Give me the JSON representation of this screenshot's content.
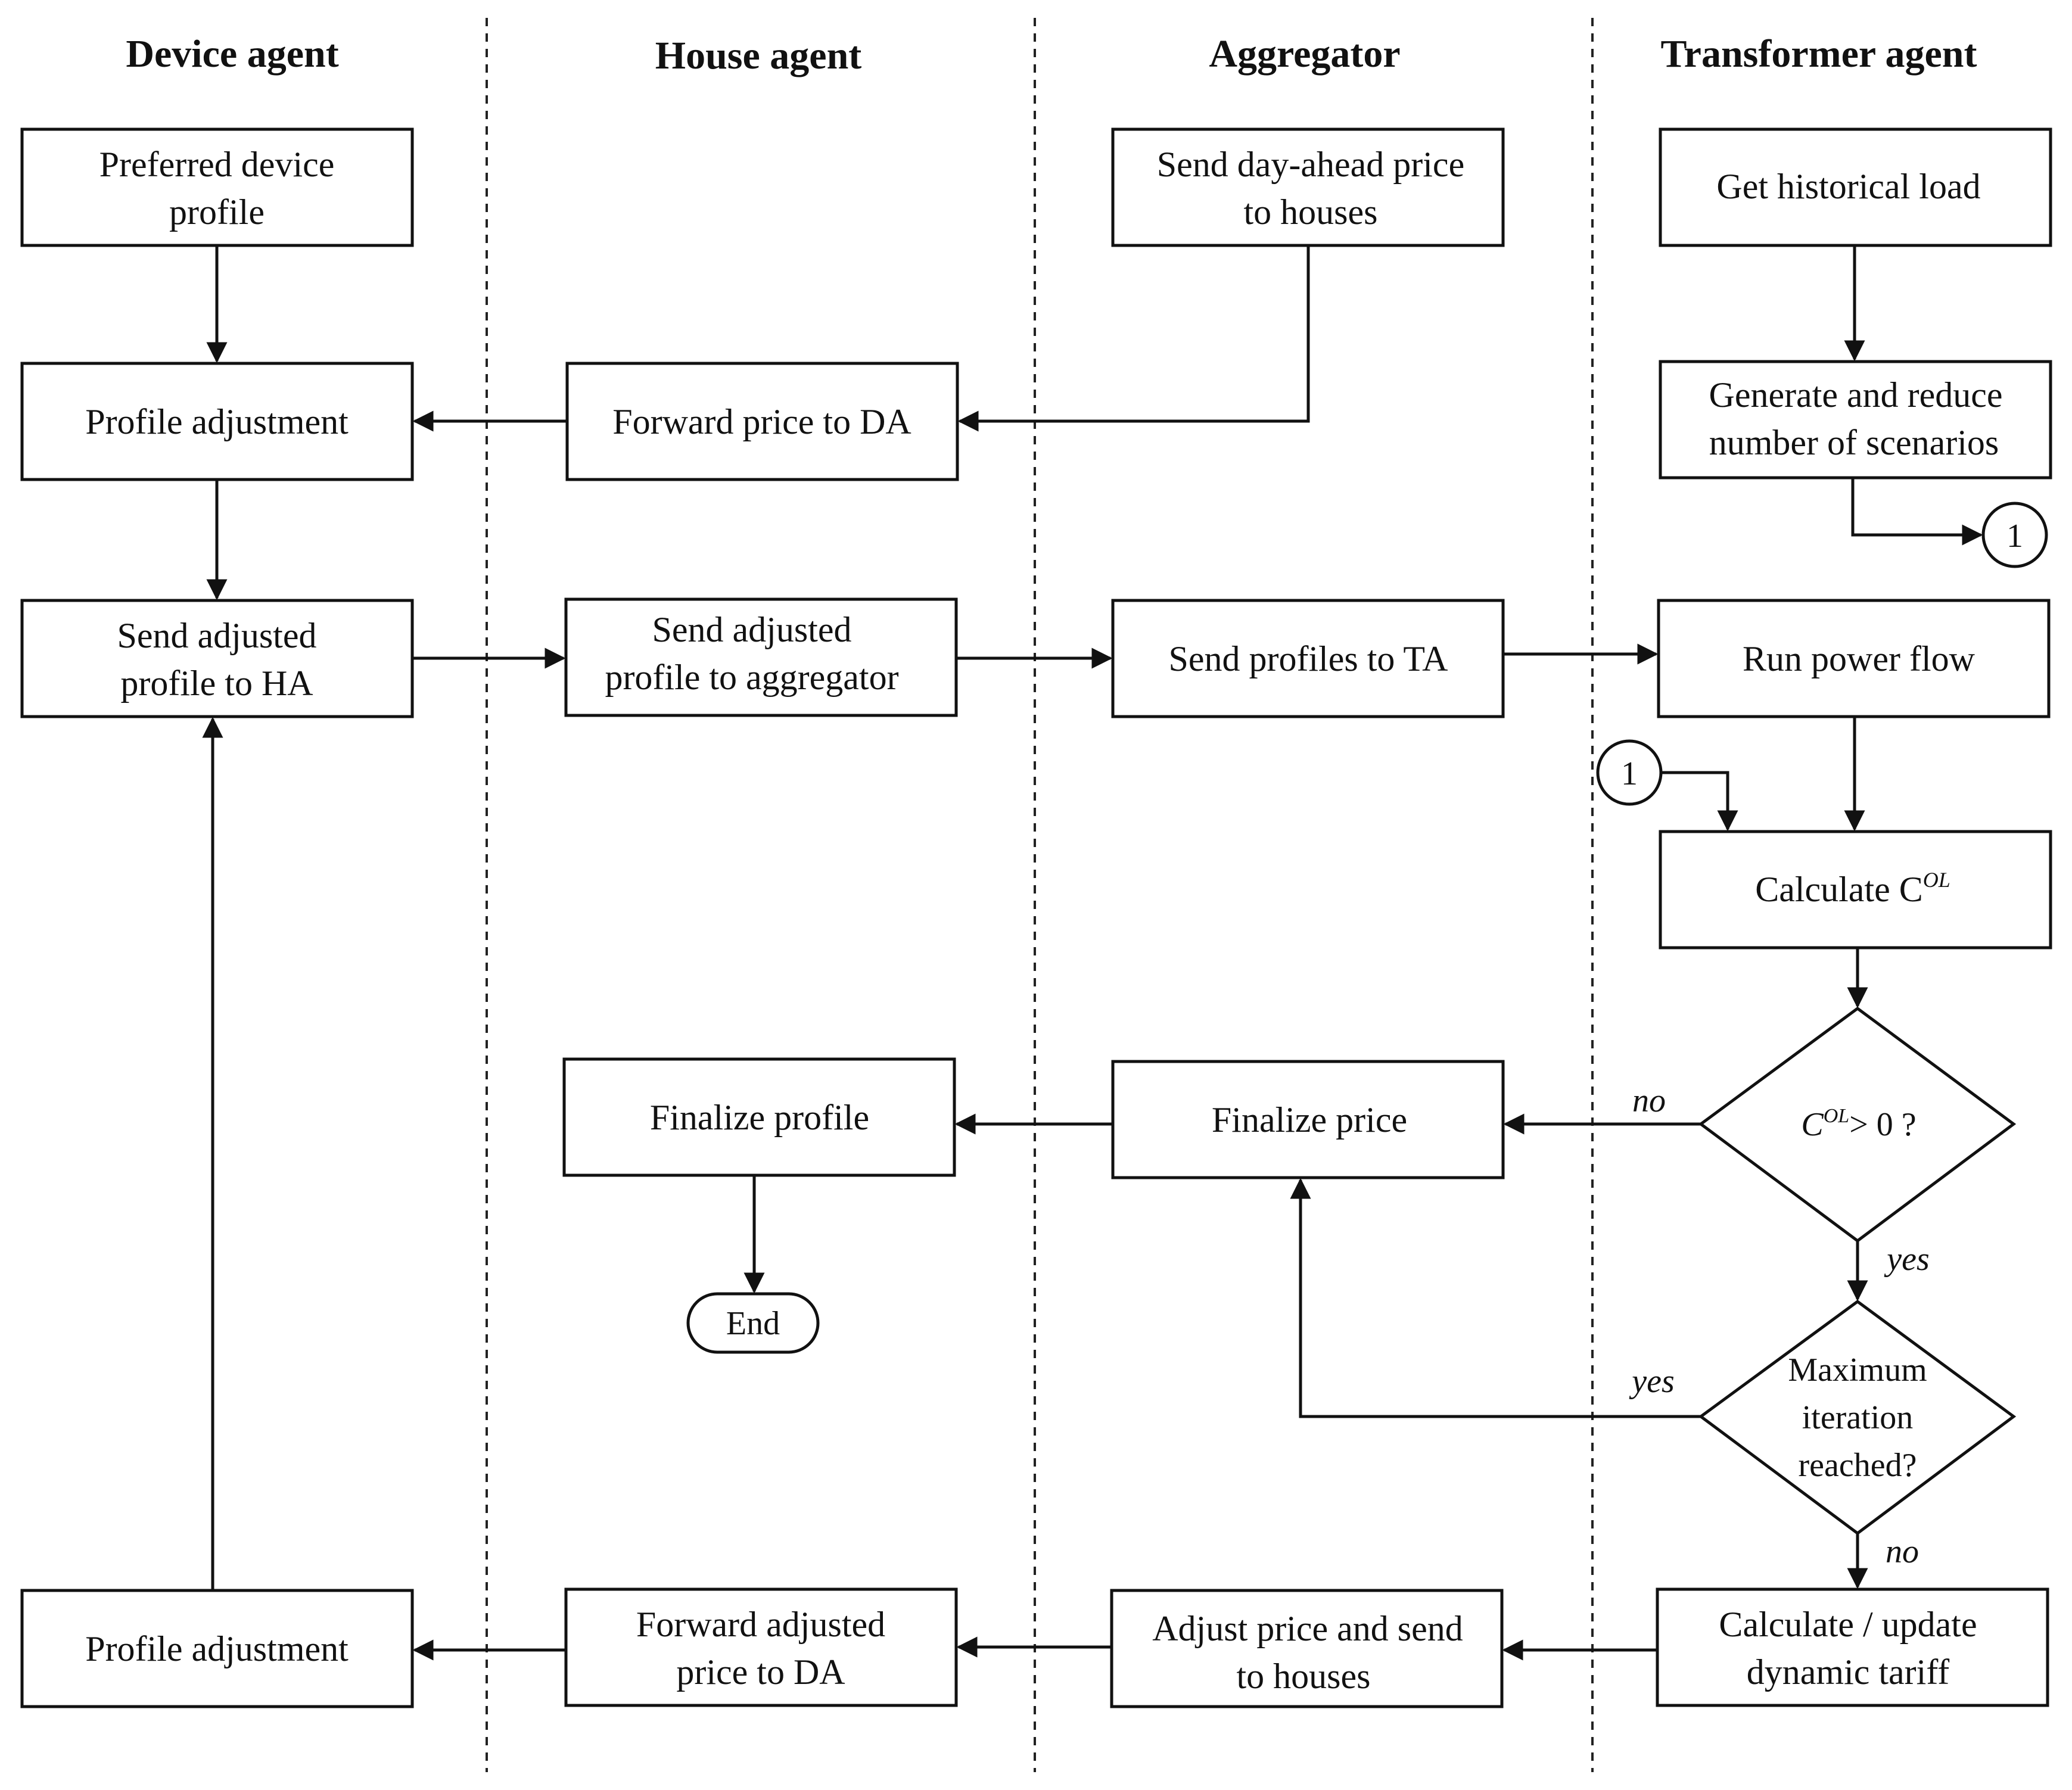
{
  "lanes": [
    {
      "id": "device",
      "title": "Device agent"
    },
    {
      "id": "house",
      "title": "House agent"
    },
    {
      "id": "aggregator",
      "title": "Aggregator"
    },
    {
      "id": "transformer",
      "title": "Transformer agent"
    }
  ],
  "nodes": {
    "preferred_device_profile": [
      "Preferred device",
      "profile"
    ],
    "profile_adjustment_top": [
      "Profile adjustment"
    ],
    "send_adjusted_profile_ha": [
      "Send adjusted",
      "profile to HA"
    ],
    "profile_adjustment_bottom": [
      "Profile adjustment"
    ],
    "forward_price_da": [
      "Forward price to DA"
    ],
    "send_adjusted_profile_aggregator": [
      "Send adjusted",
      "profile to aggregator"
    ],
    "finalize_profile": [
      "Finalize profile"
    ],
    "end": [
      "End"
    ],
    "forward_adjusted_price_da": [
      "Forward adjusted",
      "price to DA"
    ],
    "send_day_ahead_price": [
      "Send day-ahead price",
      "to houses"
    ],
    "send_profiles_ta": [
      "Send profiles to TA"
    ],
    "finalize_price": [
      "Finalize price"
    ],
    "adjust_price_send": [
      "Adjust price and send",
      "to houses"
    ],
    "get_historical_load": [
      "Get historical load"
    ],
    "generate_reduce_scenarios": [
      "Generate and reduce",
      "number of scenarios"
    ],
    "run_power_flow": [
      "Run power flow"
    ],
    "calculate_col": {
      "base": "Calculate C",
      "sup": "OL"
    },
    "decision_col": {
      "base": "C",
      "sup": "OL",
      "tail": "> 0 ?"
    },
    "decision_max_iter": [
      "Maximum",
      "iteration",
      "reached?"
    ],
    "calculate_update_tariff": [
      "Calculate / update",
      "dynamic tariff"
    ]
  },
  "connectors": {
    "label": "1"
  },
  "edge_labels": {
    "col_no": "no",
    "col_yes": "yes",
    "iter_yes": "yes",
    "iter_no": "no"
  }
}
